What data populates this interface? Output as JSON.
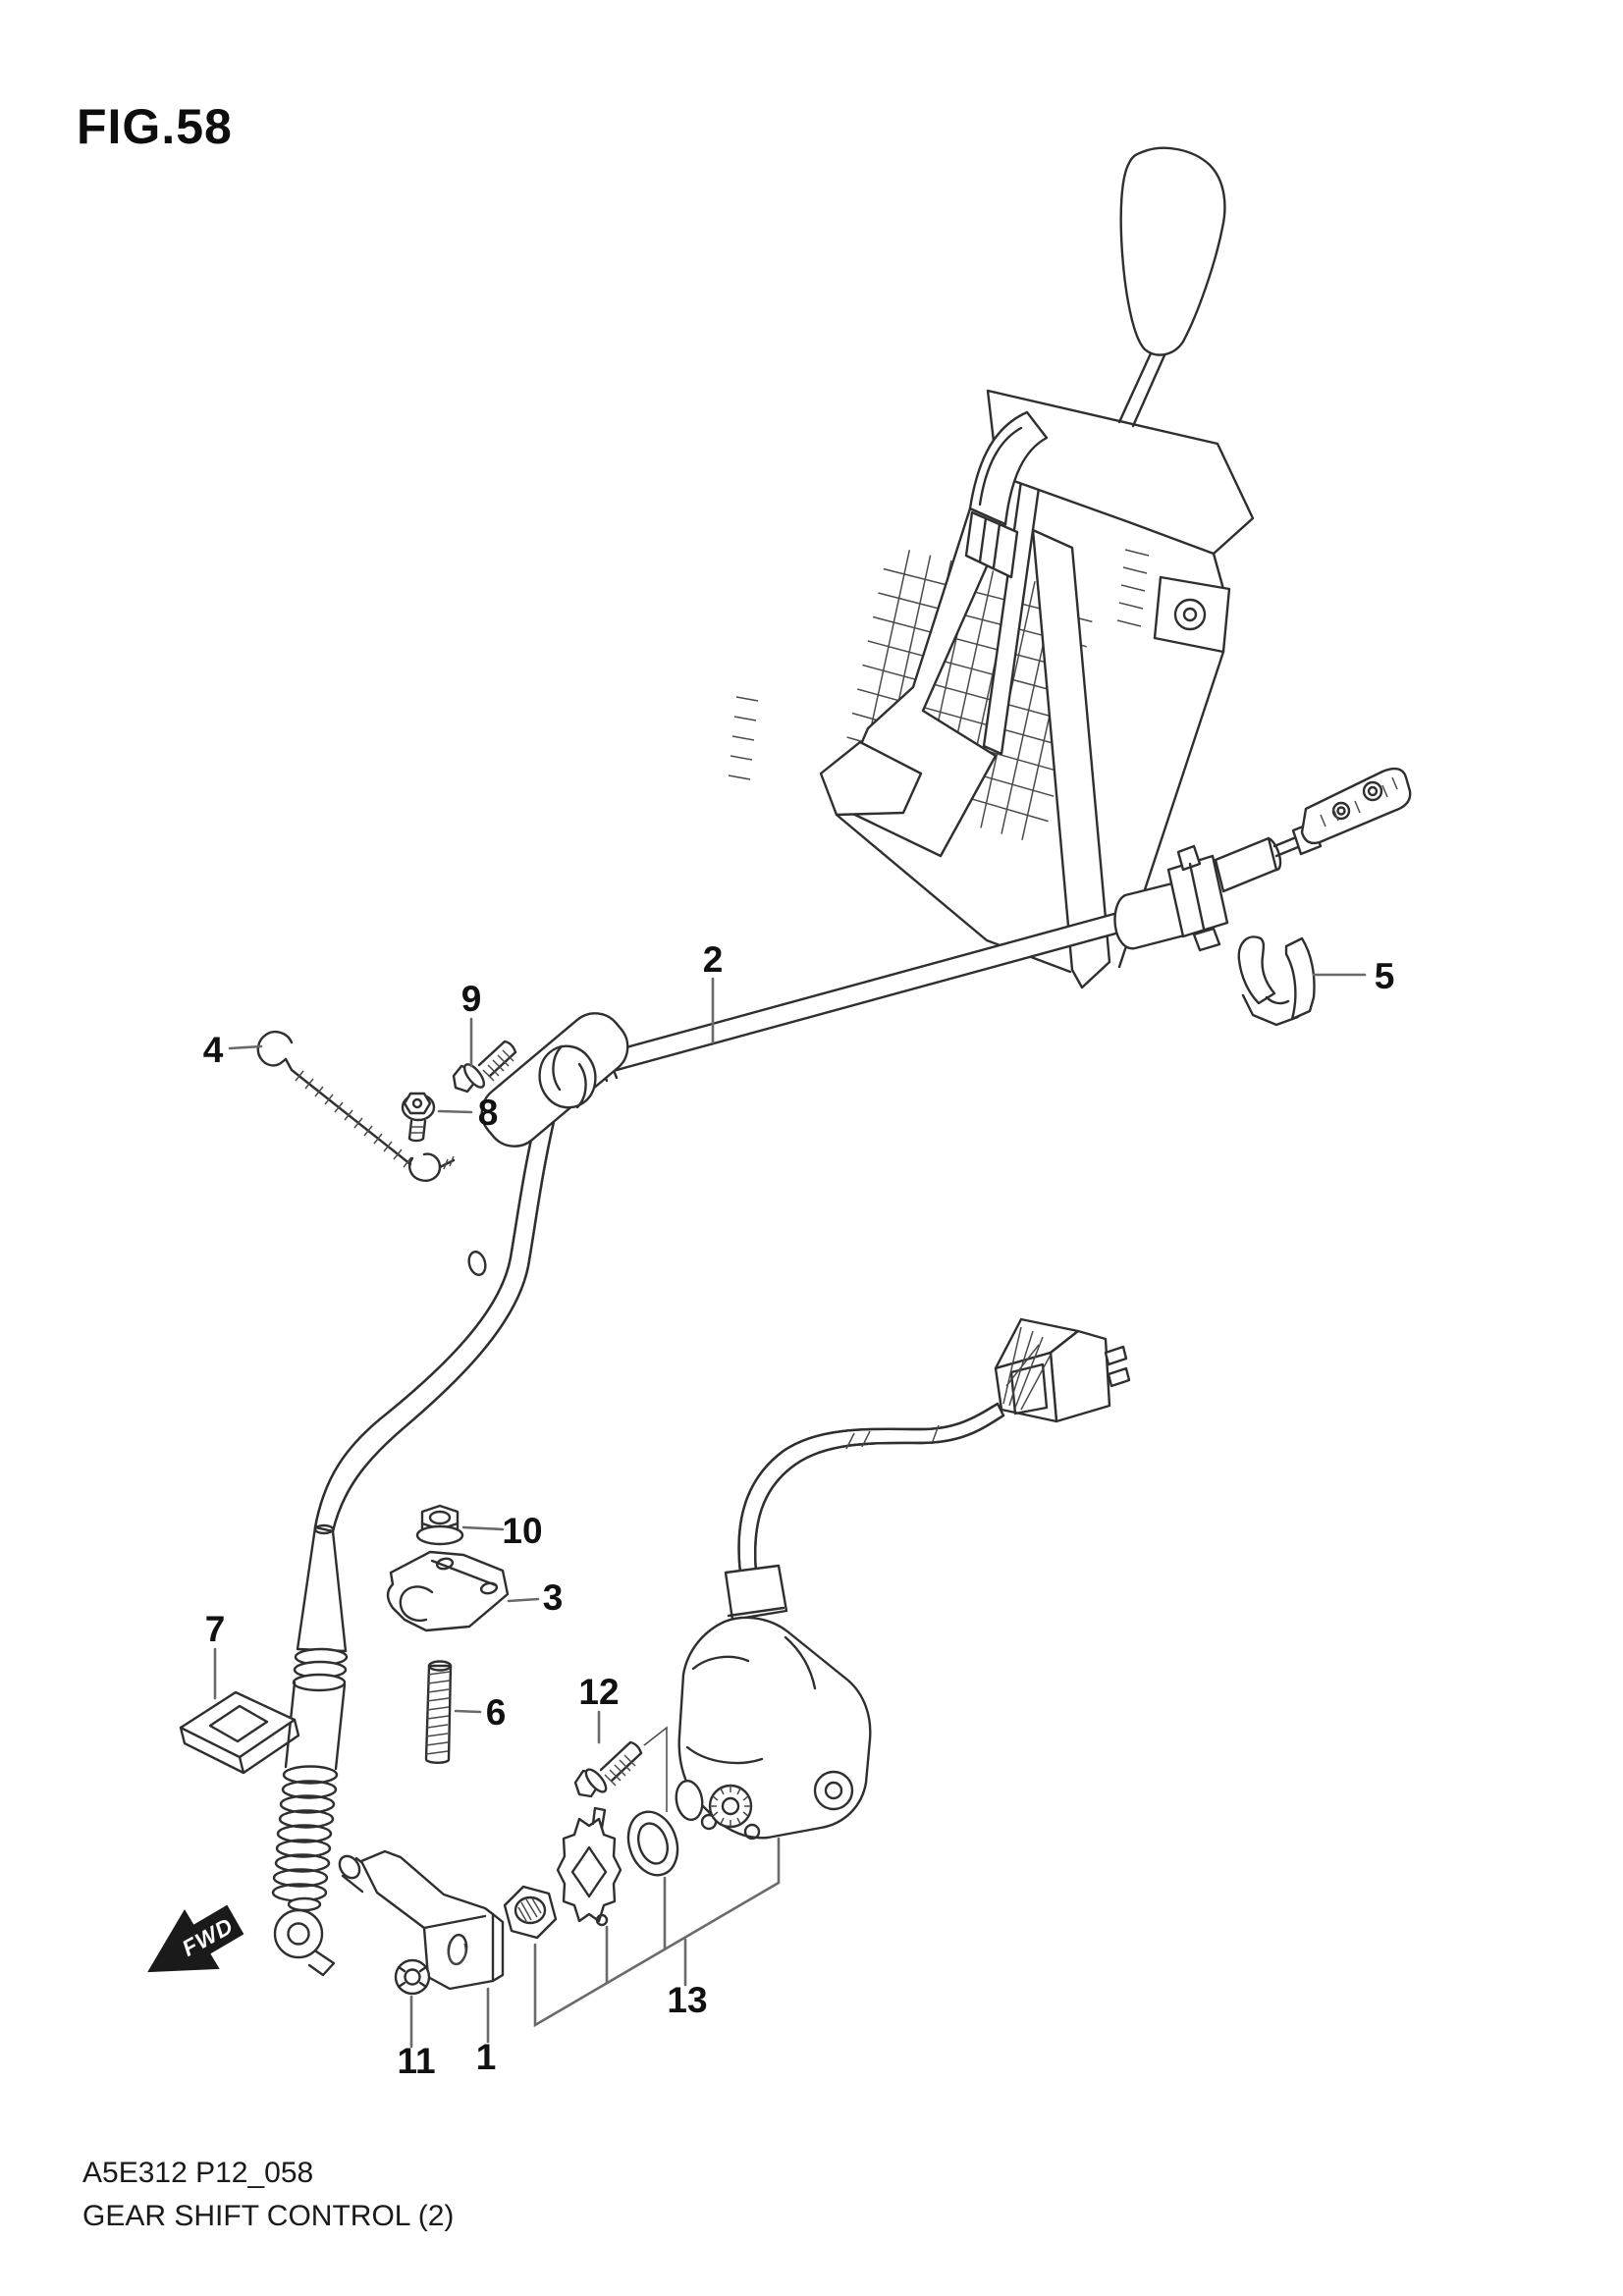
{
  "figure": {
    "title": "FIG.58"
  },
  "footer": {
    "code": "A5E312 P12_058",
    "caption": "GEAR SHIFT CONTROL (2)"
  },
  "direction_arrow": {
    "label": "FWD"
  },
  "callouts": [
    "1",
    "2",
    "3",
    "4",
    "5",
    "6",
    "7",
    "8",
    "9",
    "10",
    "11",
    "12",
    "13"
  ],
  "colors": {
    "background": "#ffffff",
    "line": "#2f2f2f",
    "leader": "#6a6a6a",
    "label_text": "#111111",
    "arrow_fill": "#1a1a1a"
  }
}
